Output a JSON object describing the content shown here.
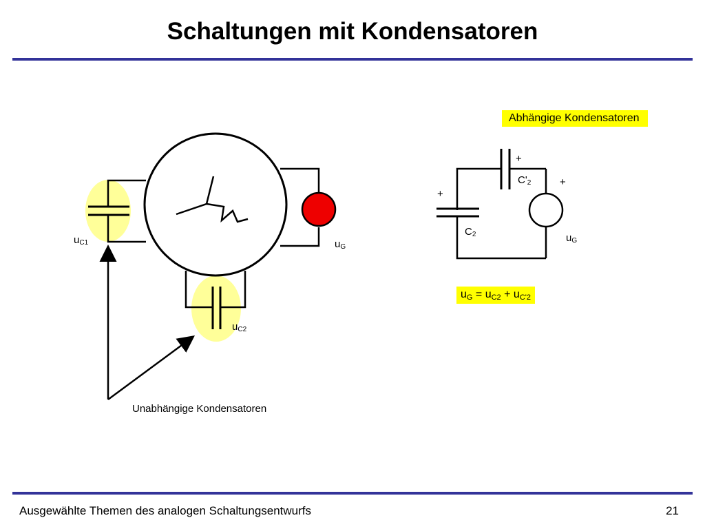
{
  "slide": {
    "title": "Schaltungen mit Kondensatoren",
    "footer": "Ausgewählte Themen des analogen Schaltungsentwurfs",
    "page_number": "21"
  },
  "left_circuit": {
    "uc1_base": "u",
    "uc1_sub": "C1",
    "ug_base": "u",
    "ug_sub": "G",
    "uc2_base": "u",
    "uc2_sub": "C2",
    "caption": "Unabhängige Kondensatoren"
  },
  "right_circuit": {
    "heading": "Abhängige Kondensatoren",
    "plus_top": "+",
    "plus_left": "+",
    "plus_right": "+",
    "c2p_base": "C",
    "c2p_prime": "'",
    "c2p_sub": "2",
    "c2_base": "C",
    "c2_sub": "2",
    "ug_base": "u",
    "ug_sub": "G",
    "equation": {
      "lhs_base": "u",
      "lhs_sub": "G",
      "eq": " = ",
      "t1_base": "u",
      "t1_sub": "C2",
      "plus": " + ",
      "t2_base": "u",
      "t2_sub": "C'2"
    }
  },
  "colors": {
    "accent_rule": "#333399",
    "highlight": "#ffff00",
    "ellipse_highlight": "#ffff99",
    "source_fill": "#ee0000"
  }
}
